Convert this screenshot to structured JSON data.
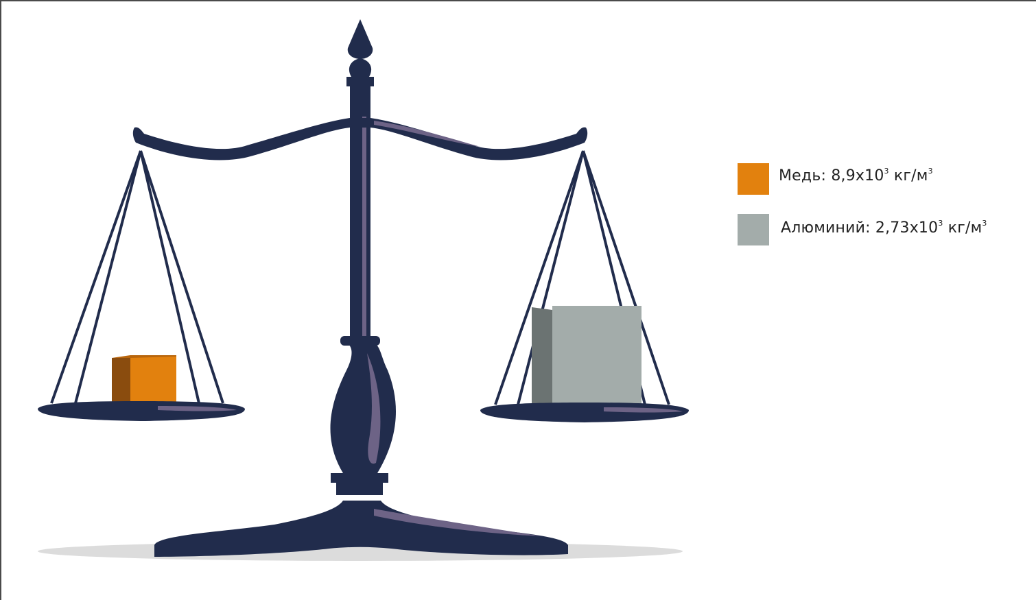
{
  "legend": {
    "copper": {
      "name": "Медь",
      "value": "8,9x10",
      "exp": "3",
      "unit": "кг/м",
      "unit_exp": "3",
      "color": "#e2810e"
    },
    "aluminum": {
      "name": "Алюминий",
      "value": "2,73x10",
      "exp": "3",
      "unit": "кг/м",
      "unit_exp": "3",
      "color": "#a3acaa"
    }
  },
  "colors": {
    "scale": "#212c4c",
    "scale_highlight": "#6d6386",
    "shadow": "#dcdcdc",
    "copper_dark": "#8a4c0e",
    "aluminum_dark": "#6b7372"
  },
  "icons": [
    "balance-scale-icon"
  ]
}
